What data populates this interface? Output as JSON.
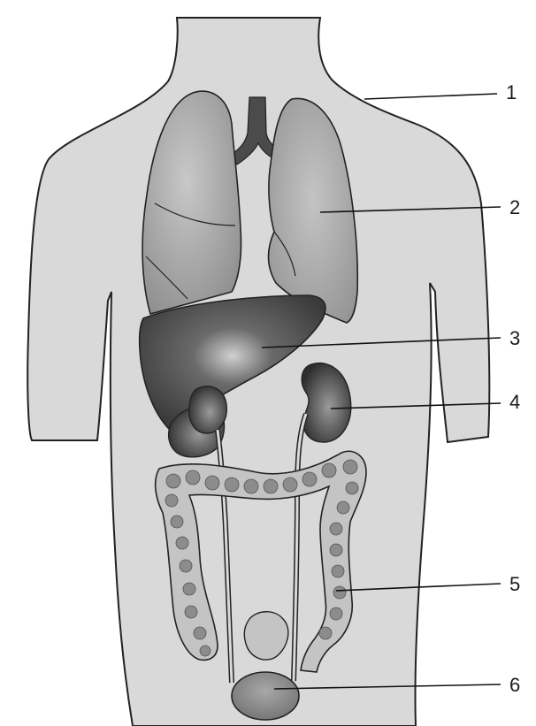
{
  "diagram": {
    "labels": [
      {
        "id": "label-1",
        "text": "1"
      },
      {
        "id": "label-2",
        "text": "2"
      },
      {
        "id": "label-3",
        "text": "3"
      },
      {
        "id": "label-4",
        "text": "4"
      },
      {
        "id": "label-5",
        "text": "5"
      },
      {
        "id": "label-6",
        "text": "6"
      }
    ],
    "colors": {
      "skin": "#d9d9d9",
      "outline": "#222222",
      "lung": "#9a9a9a",
      "liver": "#4a4a4a",
      "kidney": "#3c3c3c",
      "intestine": "#c4c4c4",
      "intestine_spots": "#8c8c8c",
      "bladder": "#7f7f7f",
      "trachea": "#4b4b4b",
      "leader_line": "#111111"
    }
  }
}
